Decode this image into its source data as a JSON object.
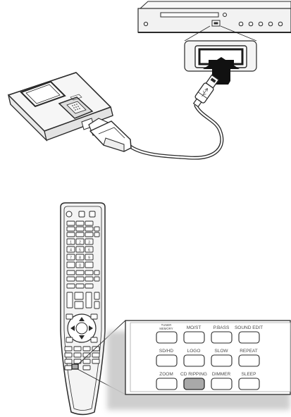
{
  "colors": {
    "line": "#2a2a2a",
    "device_fill": "#f2f2f2",
    "highlight_button": "#a9a9a9",
    "shadow": "#cfcfcf"
  },
  "illustrations": {
    "player": "cd-player-icon",
    "mp3": "mp3-player-icon",
    "cable": "usb-cable-icon",
    "remote": "remote-control-icon"
  },
  "remote_panel": {
    "row1": [
      "TUNER MEMORY",
      "MO/ST",
      "P.BASS",
      "SOUND EDIT"
    ],
    "row2": [
      "SD/HD",
      "LOGO",
      "SLOW",
      "REPEAT"
    ],
    "row3": [
      "ZOOM",
      "CD RIPPING",
      "DIMMER",
      "SLEEP"
    ]
  }
}
